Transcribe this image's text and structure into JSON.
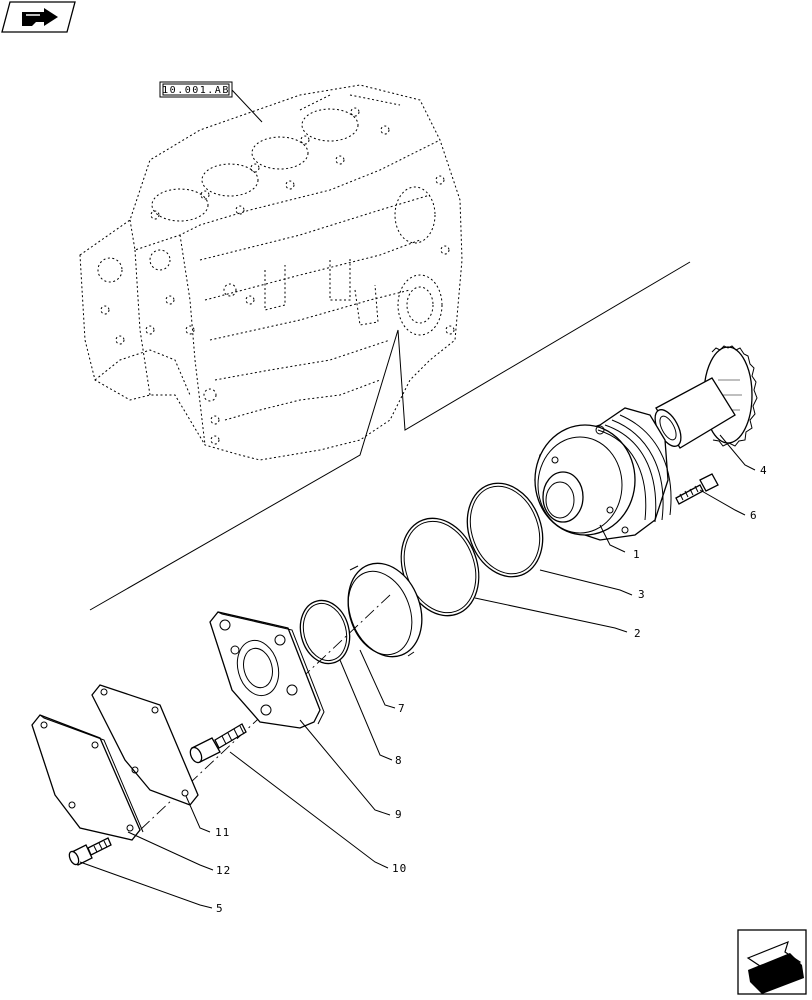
{
  "reference_label": "10.001.AB",
  "callouts": [
    {
      "id": "1",
      "text": "1"
    },
    {
      "id": "2",
      "text": "2"
    },
    {
      "id": "3",
      "text": "3"
    },
    {
      "id": "4",
      "text": "4"
    },
    {
      "id": "5",
      "text": "5"
    },
    {
      "id": "6",
      "text": "6"
    },
    {
      "id": "7",
      "text": "7"
    },
    {
      "id": "8",
      "text": "8"
    },
    {
      "id": "9",
      "text": "9"
    },
    {
      "id": "10",
      "text": "10"
    },
    {
      "id": "11",
      "text": "11"
    },
    {
      "id": "12",
      "text": "12"
    }
  ],
  "icons": {
    "top_left": "book-navigation-icon",
    "bottom_right": "next-page-arrow-icon"
  }
}
